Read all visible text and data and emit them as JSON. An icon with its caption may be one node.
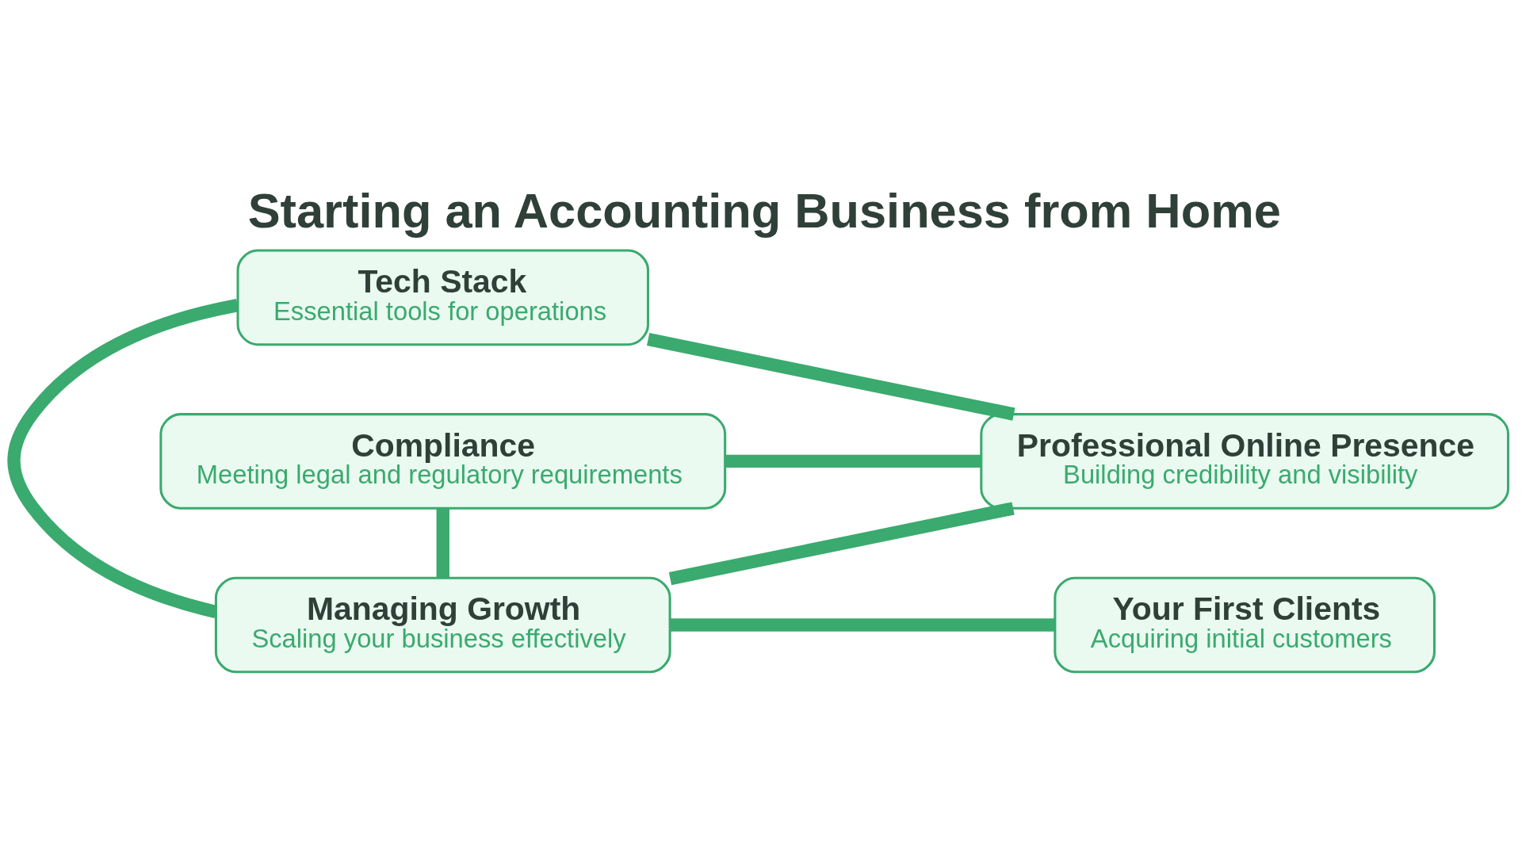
{
  "diagram": {
    "title": "Starting an Accounting Business from Home",
    "nodes": [
      {
        "text": [
          "Tech Stack",
          "Essential tools for operations"
        ]
      },
      {
        "text": [
          "Managing Growth",
          "Scaling your business effectively"
        ]
      },
      {
        "text": [
          "Compliance",
          "Meeting legal and regulatory requirements"
        ]
      },
      {
        "text": [
          "Your First Clients",
          "Acquiring initial customers"
        ]
      },
      {
        "text": [
          "Professional Online Presence",
          "Building credibility and visibility"
        ]
      }
    ],
    "edges": [
      {
        "from": 0,
        "to": 1,
        "arrow": "none"
      },
      {
        "from": 0,
        "to": 4,
        "arrow": "none"
      },
      {
        "from": 1,
        "to": 3,
        "arrow": "none"
      },
      {
        "from": 1,
        "to": 4,
        "arrow": "none"
      },
      {
        "from": 2,
        "to": 1,
        "arrow": "none"
      },
      {
        "from": 2,
        "to": 4,
        "arrow": "none"
      }
    ]
  }
}
